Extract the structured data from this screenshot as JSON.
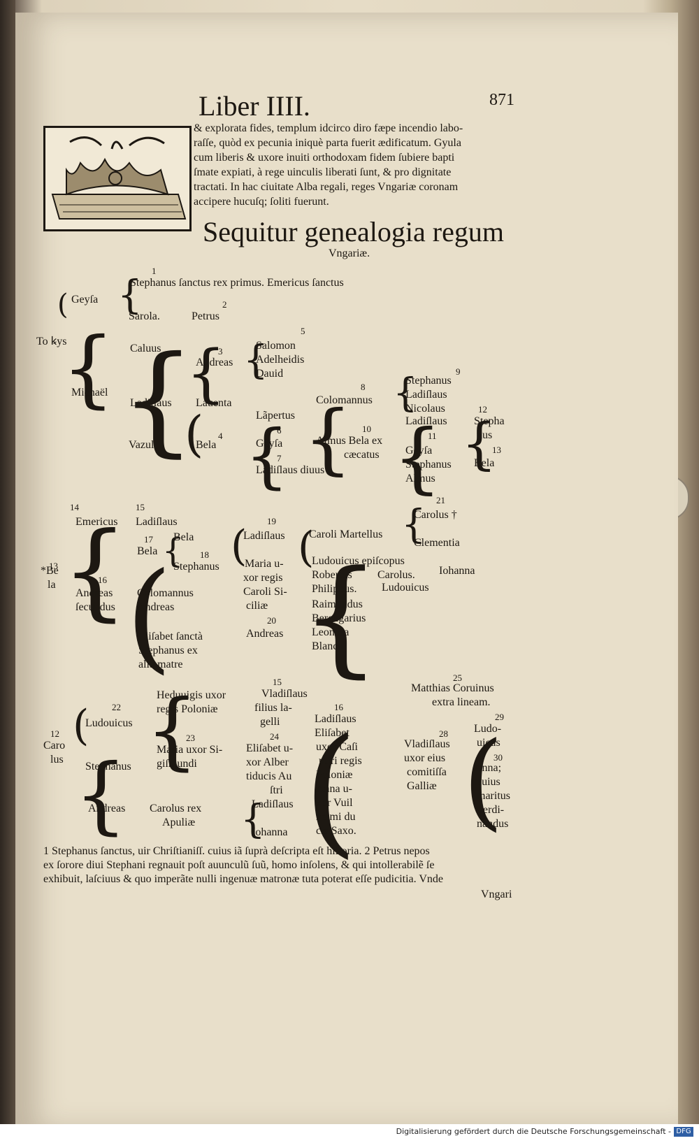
{
  "header": {
    "title": "Liber IIII.",
    "page_number": "871"
  },
  "intro_lines": [
    "& explorata fides, templum idcirco diro fæpe incendio labo-",
    "raſſe, quòd ex pecunia iniquè parta fuerit ædificatum. Gyula",
    "cum liberis & uxore inuiti orthodoxam fidem ſubiere bapti",
    "ſmate expiati, à rege uinculis liberati ſunt, & pro dignitate",
    "tractati. In hac ciuitate Alba regali, reges Vngariæ coronam",
    "accipere hucuſq; ſoliti fuerunt."
  ],
  "section_title": "Sequitur genealogia regum",
  "section_subtitle": "Vngariæ.",
  "labels": {
    "n1": "1",
    "stephanus_primus": "Stephanus ſanctus rex primus. Emericus ſanctus",
    "geysa": "Geyſa",
    "n2": "2",
    "sarola": "Sarola.",
    "petrus": "Petrus",
    "toxys": "To ꝃys",
    "n5": "5",
    "caluus": "Caluus",
    "n3": "3",
    "andreas": "Andreas",
    "salomon": "Salomon",
    "adelheidis": "Adelheidis",
    "dauid": "Dauid",
    "michael": "Michaël",
    "ladislaus": "Ladiſlaus",
    "lauenta": "Lauenta",
    "n8": "8",
    "colomannus": "Colomannus",
    "n9": "9",
    "stephanus9": "Stephanus",
    "ladislaus9": "Ladiſlaus",
    "nicolaus": "Nicolaus",
    "lampertus": "Lãpertus",
    "n6": "6",
    "geysa6": "Geyſa",
    "n10": "10",
    "almus_bela": "Almus Bela ex",
    "caecatus": "cæcatus",
    "ladislaus_r": "Ladiſlaus",
    "n11": "11",
    "geysa11": "Geyſa",
    "stephanus11": "Stephanus",
    "almus": "Almus",
    "n12": "12",
    "stepha": "Stepha",
    "nus": "nus",
    "n13": "13",
    "bela13": "Bela",
    "vazul": "Vazul",
    "n4": "4",
    "bela": "Bela",
    "n7": "7",
    "ladislaus_diuus": "Ladiſlaus diuus",
    "n14": "14",
    "n15": "15",
    "emericus": "Emericus",
    "ladislaus15": "Ladiſlaus",
    "n21": "21",
    "carolus": "Carolus †",
    "n17": "17",
    "bela17": "Bela",
    "n19": "19",
    "ladislaus19": "Ladiſlaus",
    "caroli_martellus": "Caroli Martellus",
    "clementia": "Clementia",
    "bela_a": "Bela",
    "n18": "18",
    "stephanus18": "Stephanus",
    "maria_u": "Maria u-",
    "xor_regis": "xor regis",
    "caroli_si": "Caroli Si-",
    "ciliae": "ciliæ",
    "ludouicus_ep": "Ludouicus epiſcopus",
    "robertus": "Robertus",
    "carolus2": "Carolus.",
    "iohanna": "Iohanna",
    "philippus": "Philippus.",
    "ludouicus2": "Ludouicus",
    "n13b": "13",
    "bela_b": "*Be",
    "la": "la",
    "n16": "16",
    "andreas16": "Andreas",
    "secundus": "ſecundus",
    "colomannus2": "Colomannus",
    "andreas2": "Andreas",
    "raimundus": "Raimundus",
    "berengarius": "Berengarius",
    "n20": "20",
    "andreas20": "Andreas",
    "leonora": "Leonora",
    "blanca": "Blanca",
    "elisabet": "Eliſabet ſanctà",
    "stephanus_ex": "Stephanus ex",
    "alia_matre": "alia matre",
    "heduuigis": "Heduuigis uxor",
    "regis_poloniae": "regis Poloniæ",
    "n15b": "15",
    "vladislaus": "Vladiſlaus",
    "filius": "filius la-",
    "gelli": "gelli",
    "n25": "25",
    "matthias": "Matthias Coruinus",
    "extra": "extra lineam.",
    "n22": "22",
    "ludouicus22": "Ludouicus",
    "n16b": "16",
    "ladislaus16": "Ladiſlaus",
    "elisabet16": "Eliſabet",
    "uxor_casi": "uxor Caſi",
    "miri_regis": "miri regis",
    "poloniae2": "Poloniæ",
    "anna_u": "Anna u-",
    "xor_vuil": "xor Vuil",
    "helmi": "helmi du",
    "cis_saxo": "cis Saxo.",
    "n12b": "12",
    "caro": "Caro",
    "lus": "lus",
    "n23": "23",
    "maria_sig": "Maria uxor Si-",
    "gismundi": "giſmundi",
    "n24": "24",
    "elisabet24": "Eliſabet u-",
    "xor_alber": "xor Alber",
    "tiducis": "tiducis Au",
    "stri": "ſtri",
    "n28": "28",
    "vladislaus28": "Vladiſlaus",
    "uxor_eius": "uxor eius",
    "comitissa": "comitiſſa",
    "galliae": "Galliæ",
    "n29": "29",
    "ludo": "Ludo-",
    "uicus": "uicus",
    "n30": "30",
    "anna": "Anna;",
    "cuius": "cuius",
    "maritus": "maritus",
    "ferdi": "Ferdi-",
    "nandus": "nandus",
    "stephanus_b": "Stephanus",
    "andreas_b": "Andreas",
    "carolus_rex": "Carolus rex",
    "apuliae": "Apuliæ",
    "ladislaus_b": "Ladiſlaus",
    "iohanna_b": "Iohanna"
  },
  "notes": [
    "1 Stephanus ſanctus, uir Chriſtianiſſ. cuius iã ſuprà deſcripta eſt hiſtoria.   2 Petrus nepos",
    "ex ſorore diui Stephani regnauit poſt auunculũ ſuũ, homo inſolens, & qui intollerabilẽ ſe",
    "exhibuit, laſciuus & quo imperãte nulli ingenuæ matronæ tuta poterat eſſe pudicitia. Vnde",
    "Vngari"
  ],
  "footer": {
    "text": "Digitalisierung gefördert durch die Deutsche Forschungsgemeinschaft -",
    "logo": "DFG"
  }
}
